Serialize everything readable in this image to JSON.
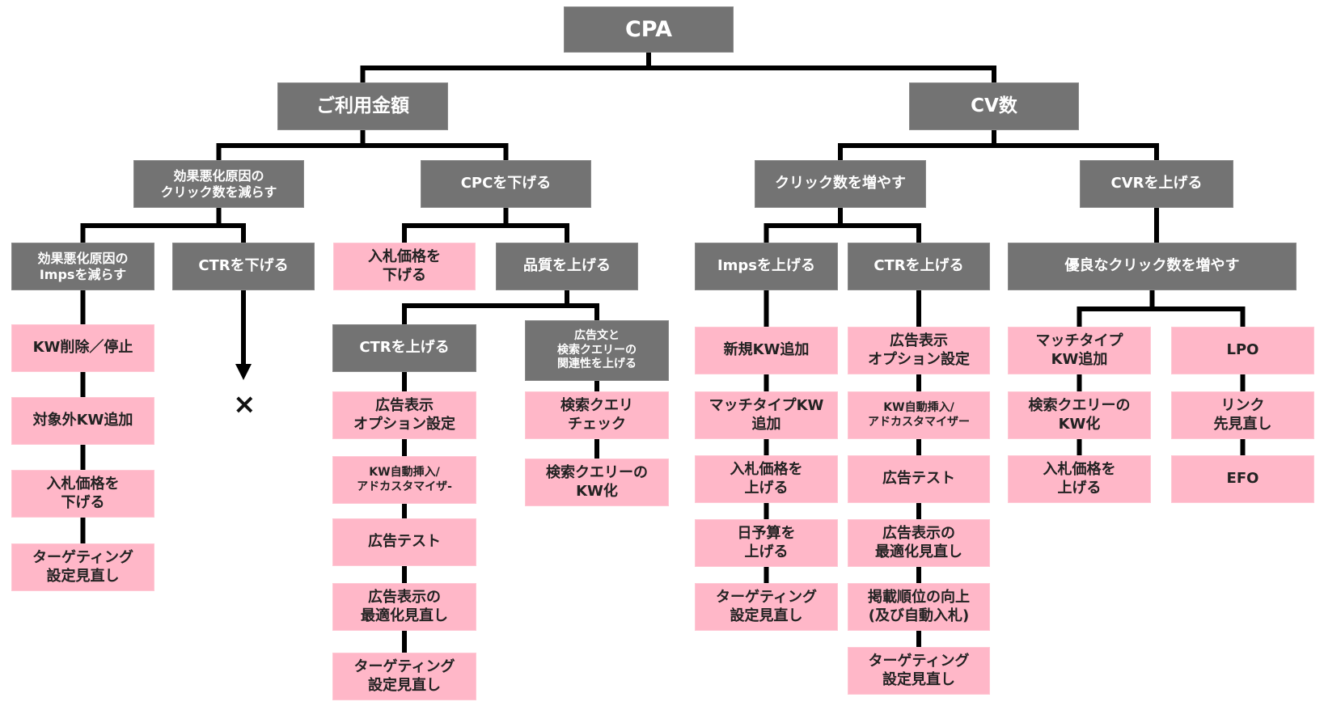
{
  "diagram": {
    "title": "CPA",
    "colors": {
      "category_box": "#737373",
      "action_box": "#ffb7c8",
      "connector": "#000000"
    },
    "end_marker": "×",
    "nodes": [
      {
        "id": "cpa",
        "label": "CPA",
        "type": "category",
        "parent": null
      },
      {
        "id": "cost",
        "label": "ご利用金額",
        "type": "category",
        "parent": "cpa"
      },
      {
        "id": "cv",
        "label": "CV数",
        "type": "category",
        "parent": "cpa"
      },
      {
        "id": "reduce_bad_clicks",
        "label": "効果悪化原因の\nクリック数を減らす",
        "type": "category",
        "parent": "cost"
      },
      {
        "id": "lower_cpc",
        "label": "CPCを下げる",
        "type": "category",
        "parent": "cost"
      },
      {
        "id": "increase_clicks",
        "label": "クリック数を増やす",
        "type": "category",
        "parent": "cv"
      },
      {
        "id": "raise_cvr",
        "label": "CVRを上げる",
        "type": "category",
        "parent": "cv"
      },
      {
        "id": "reduce_bad_imps",
        "label": "効果悪化原因の\nImpsを減らす",
        "type": "category",
        "parent": "reduce_bad_clicks"
      },
      {
        "id": "lower_ctr",
        "label": "CTRを下げる",
        "type": "category",
        "parent": "reduce_bad_clicks"
      },
      {
        "id": "lower_bid",
        "label": "入札価格を\n下げる",
        "type": "action",
        "parent": "lower_cpc"
      },
      {
        "id": "raise_quality",
        "label": "品質を上げる",
        "type": "category",
        "parent": "lower_cpc"
      },
      {
        "id": "raise_imps",
        "label": "Impsを上げる",
        "type": "category",
        "parent": "increase_clicks"
      },
      {
        "id": "raise_ctr_b",
        "label": "CTRを上げる",
        "type": "category",
        "parent": "increase_clicks"
      },
      {
        "id": "good_clicks",
        "label": "優良なクリック数を増やす",
        "type": "category",
        "parent": "raise_cvr"
      },
      {
        "id": "raise_ctr_a",
        "label": "CTRを上げる",
        "type": "category",
        "parent": "raise_quality"
      },
      {
        "id": "relevance",
        "label": "広告文と\n検索クエリーの\n関連性を上げる",
        "type": "category",
        "parent": "raise_quality"
      },
      {
        "id": "a1",
        "label": "KW削除／停止",
        "type": "action",
        "parent": "reduce_bad_imps"
      },
      {
        "id": "a2",
        "label": "対象外KW追加",
        "type": "action",
        "parent": "a1"
      },
      {
        "id": "a3",
        "label": "入札価格を\n下げる",
        "type": "action",
        "parent": "a2"
      },
      {
        "id": "a4",
        "label": "ターゲティング\n設定見直し",
        "type": "action",
        "parent": "a3"
      },
      {
        "id": "b1",
        "label": "広告表示\nオプション設定",
        "type": "action",
        "parent": "raise_ctr_a"
      },
      {
        "id": "b2",
        "label": "KW自動挿入/\nアドカスタマイザ-",
        "type": "action",
        "parent": "b1"
      },
      {
        "id": "b3",
        "label": "広告テスト",
        "type": "action",
        "parent": "b2"
      },
      {
        "id": "b4",
        "label": "広告表示の\n最適化見直し",
        "type": "action",
        "parent": "b3"
      },
      {
        "id": "b5",
        "label": "ターゲティング\n設定見直し",
        "type": "action",
        "parent": "b4"
      },
      {
        "id": "c1",
        "label": "検索クエリ\nチェック",
        "type": "action",
        "parent": "relevance"
      },
      {
        "id": "c2",
        "label": "検索クエリーの\nKW化",
        "type": "action",
        "parent": "c1"
      },
      {
        "id": "d1",
        "label": "新規KW追加",
        "type": "action",
        "parent": "raise_imps"
      },
      {
        "id": "d2",
        "label": "マッチタイプKW\n追加",
        "type": "action",
        "parent": "d1"
      },
      {
        "id": "d3",
        "label": "入札価格を\n上げる",
        "type": "action",
        "parent": "d2"
      },
      {
        "id": "d4",
        "label": "日予算を\n上げる",
        "type": "action",
        "parent": "d3"
      },
      {
        "id": "d5",
        "label": "ターゲティング\n設定見直し",
        "type": "action",
        "parent": "d4"
      },
      {
        "id": "e1",
        "label": "広告表示\nオプション設定",
        "type": "action",
        "parent": "raise_ctr_b"
      },
      {
        "id": "e2",
        "label": "KW自動挿入/\nアドカスタマイザー",
        "type": "action",
        "parent": "e1"
      },
      {
        "id": "e3",
        "label": "広告テスト",
        "type": "action",
        "parent": "e2"
      },
      {
        "id": "e4",
        "label": "広告表示の\n最適化見直し",
        "type": "action",
        "parent": "e3"
      },
      {
        "id": "e5",
        "label": "掲載順位の向上\n(及び自動入札)",
        "type": "action",
        "parent": "e4"
      },
      {
        "id": "e6",
        "label": "ターゲティング\n設定見直し",
        "type": "action",
        "parent": "e5"
      },
      {
        "id": "f1",
        "label": "マッチタイプ\nKW追加",
        "type": "action",
        "parent": "good_clicks"
      },
      {
        "id": "f2",
        "label": "検索クエリーの\nKW化",
        "type": "action",
        "parent": "f1"
      },
      {
        "id": "f3",
        "label": "入札価格を\n上げる",
        "type": "action",
        "parent": "f2"
      },
      {
        "id": "g1",
        "label": "LPO",
        "type": "action",
        "parent": "good_clicks"
      },
      {
        "id": "g2",
        "label": "リンク\n先見直し",
        "type": "action",
        "parent": "g1"
      },
      {
        "id": "g3",
        "label": "EFO",
        "type": "action",
        "parent": "g2"
      }
    ]
  }
}
